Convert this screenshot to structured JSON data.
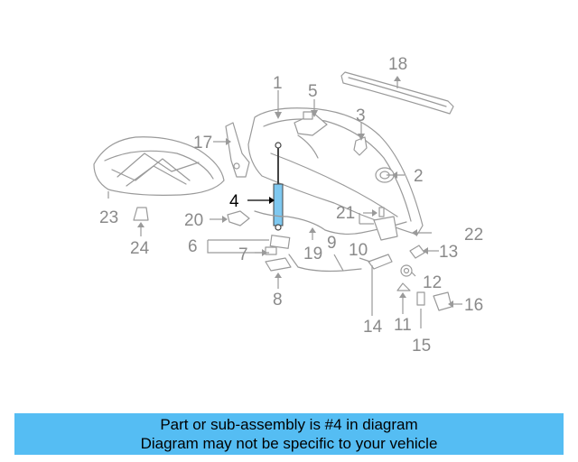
{
  "diagram": {
    "callouts": [
      "1",
      "2",
      "3",
      "4",
      "5",
      "6",
      "7",
      "8",
      "9",
      "10",
      "11",
      "12",
      "13",
      "14",
      "15",
      "16",
      "17",
      "18",
      "19",
      "20",
      "21",
      "22",
      "23",
      "24"
    ],
    "highlighted_part": "4",
    "highlight_color": "#7ec8f0",
    "line_color": "#9a9a9a"
  },
  "banner": {
    "line1": "Part or sub-assembly is #4 in diagram",
    "line2": "Diagram may not be specific to your vehicle",
    "background": "#55bdf3"
  }
}
